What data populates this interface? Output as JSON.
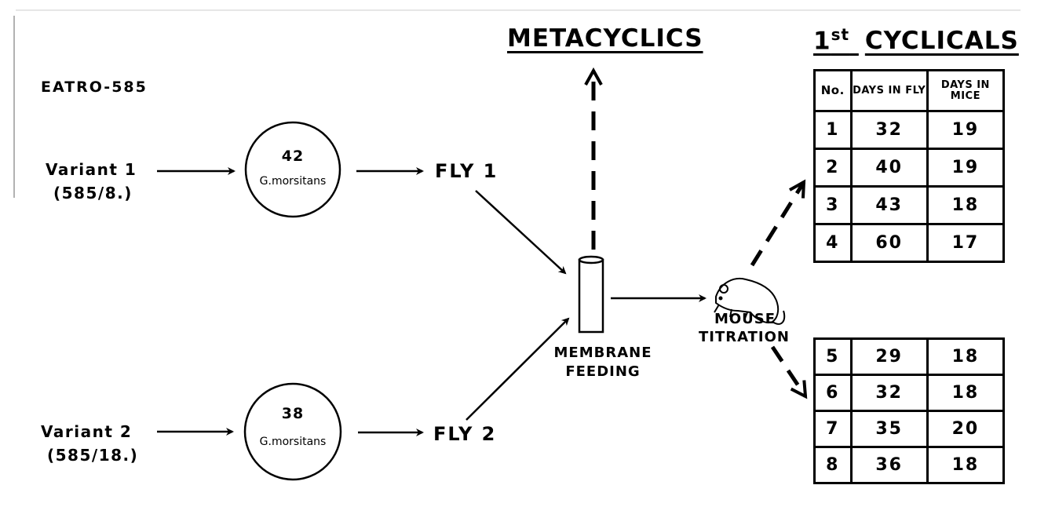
{
  "strain": "EATRO-585",
  "variants": [
    {
      "label": "Variant 1",
      "code": "(585/8.)",
      "flies_count": "42",
      "species": "G.morsitans",
      "fly": "FLY 1"
    },
    {
      "label": "Variant 2",
      "code": "(585/18.)",
      "flies_count": "38",
      "species": "G.morsitans",
      "fly": "FLY 2"
    }
  ],
  "membrane_label": [
    "MEMBRANE",
    "FEEDING"
  ],
  "mouse_label": [
    "MOUSE",
    "TITRATION"
  ],
  "metacyclics_title": "METACYCLICS",
  "cyclicals_title": {
    "prefix": "1",
    "sup": "st",
    "rest": "CYCLICALS"
  },
  "table_headers": [
    "No.",
    "DAYS IN FLY",
    "DAYS IN MICE"
  ],
  "table1": [
    {
      "no": "1",
      "fly": "32",
      "mice": "19"
    },
    {
      "no": "2",
      "fly": "40",
      "mice": "19"
    },
    {
      "no": "3",
      "fly": "43",
      "mice": "18"
    },
    {
      "no": "4",
      "fly": "60",
      "mice": "17"
    }
  ],
  "table2": [
    {
      "no": "5",
      "fly": "29",
      "mice": "18"
    },
    {
      "no": "6",
      "fly": "32",
      "mice": "18"
    },
    {
      "no": "7",
      "fly": "35",
      "mice": "20"
    },
    {
      "no": "8",
      "fly": "36",
      "mice": "18"
    }
  ]
}
